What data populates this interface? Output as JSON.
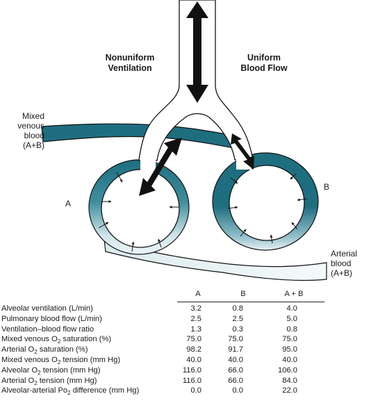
{
  "labels": {
    "nonuniform": [
      "Nonuniform",
      "Ventilation"
    ],
    "uniform": [
      "Uniform",
      "Blood Flow"
    ],
    "mixed_venous": [
      "Mixed",
      "venous",
      "blood",
      "(A+B)"
    ],
    "arterial": [
      "Arterial",
      "blood",
      "(A+B)"
    ],
    "unit_a": "A",
    "unit_b": "B"
  },
  "colors": {
    "blood": "#1e6e80",
    "outline": "#111111",
    "arrow": "#111111"
  },
  "table": {
    "columns": [
      "A",
      "B",
      "A + B"
    ],
    "rows": [
      {
        "pre": "Alveolar ventilation (L/min)",
        "sub": "",
        "post": "",
        "values": [
          "3.2",
          "0.8",
          "4.0"
        ]
      },
      {
        "pre": "Pulmonary blood flow (L/min)",
        "sub": "",
        "post": "",
        "values": [
          "2.5",
          "2.5",
          "5.0"
        ]
      },
      {
        "pre": "Ventilation–blood flow ratio",
        "sub": "",
        "post": "",
        "values": [
          "1.3",
          "0.3",
          "0.8"
        ]
      },
      {
        "pre": "Mixed venous O",
        "sub": "2",
        "post": " saturation (%)",
        "values": [
          "75.0",
          "75.0",
          "75.0"
        ]
      },
      {
        "pre": "Arterial O",
        "sub": "2",
        "post": " saturation (%)",
        "values": [
          "98.2",
          "91.7",
          "95.0"
        ]
      },
      {
        "pre": "Mixed venous O",
        "sub": "2",
        "post": " tension (mm Hg)",
        "values": [
          "40.0",
          "40.0",
          "40.0"
        ]
      },
      {
        "pre": "Alveolar O",
        "sub": "2",
        "post": " tension (mm Hg)",
        "values": [
          "116.0",
          "66.0",
          "106.0"
        ]
      },
      {
        "pre": "Arterial O",
        "sub": "2",
        "post": " tension (mm Hg)",
        "values": [
          "116.0",
          "66.0",
          "84.0"
        ]
      },
      {
        "pre": "Alveolar-arterial Po",
        "sub": "2",
        "post": " difference (mm Hg)",
        "values": [
          "0.0",
          "0.0",
          "22.0"
        ]
      }
    ]
  }
}
